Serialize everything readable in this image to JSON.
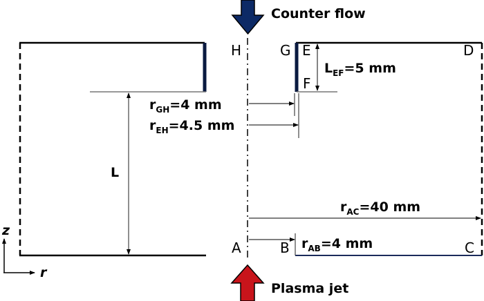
{
  "flows": {
    "top": {
      "label": "Counter flow",
      "color": "#0d2a66"
    },
    "bottom": {
      "label": "Plasma jet",
      "color": "#c8141b"
    }
  },
  "points": {
    "A": "A",
    "B": "B",
    "C": "C",
    "D": "D",
    "E": "E",
    "F": "F",
    "G": "G",
    "H": "H"
  },
  "dimensions": {
    "L": "L",
    "r_GH": {
      "main": "r",
      "sub": "GH",
      "value": "=4 mm"
    },
    "r_EH": {
      "main": "r",
      "sub": "EH",
      "value": "=4.5 mm"
    },
    "L_EF": {
      "main": "L",
      "sub": "EF",
      "value": "=5 mm"
    },
    "r_AC": {
      "main": "r",
      "sub": "AC",
      "value": "=40 mm"
    },
    "r_AB": {
      "main": "r",
      "sub": "AB",
      "value": "=4 mm"
    }
  },
  "axes": {
    "z": "z",
    "r": "r"
  },
  "colors": {
    "nozzle_wall": "#0a1a40",
    "outlet_line": "#1a2a5a"
  }
}
